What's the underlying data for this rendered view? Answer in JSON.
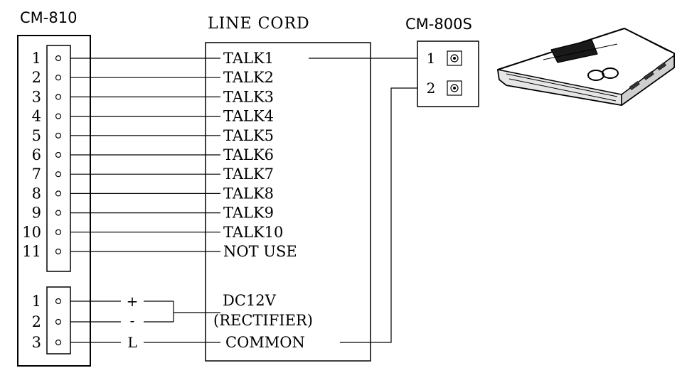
{
  "cm810": {
    "title": "CM-810",
    "talk_terminals": [
      "1",
      "2",
      "3",
      "4",
      "5",
      "6",
      "7",
      "8",
      "9",
      "10",
      "11"
    ],
    "power_terminals": [
      "1",
      "2",
      "3"
    ]
  },
  "line_cord": {
    "title": "LINE CORD",
    "talk_labels": [
      "TALK1",
      "TALK2",
      "TALK3",
      "TALK4",
      "TALK5",
      "TALK6",
      "TALK7",
      "TALK8",
      "TALK9",
      "TALK10",
      "NOT USE"
    ],
    "power_labels": [
      "DC12V",
      "(RECTIFIER)",
      "COMMON"
    ]
  },
  "power_wire_marks": [
    "+",
    "-",
    "L"
  ],
  "cm800s": {
    "title": "CM-800S",
    "terminals": [
      "1",
      "2"
    ]
  }
}
